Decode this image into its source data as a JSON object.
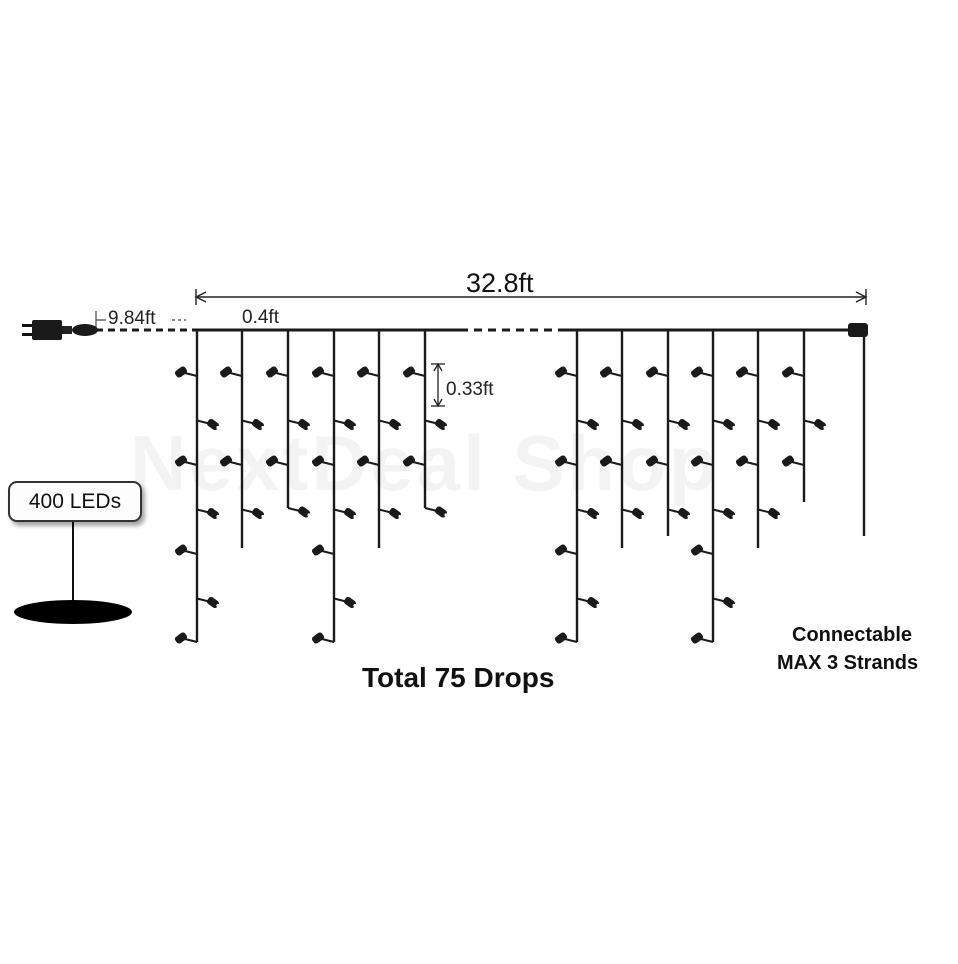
{
  "dimensions": {
    "total_length": "32.8ft",
    "lead_wire": "9.84ft",
    "drop_spacing": "0.4ft",
    "drop_offset": "0.33ft"
  },
  "badge": {
    "label": "400 LEDs"
  },
  "caption": "Total 75 Drops",
  "connectable": {
    "line1": "Connectable",
    "line2": "MAX 3 Strands"
  },
  "watermark": "NextDeal Shop",
  "colors": {
    "wire": "#1a1a1a",
    "ink": "#111111",
    "base": "#000000",
    "background": "#ffffff"
  },
  "icons": [
    "plug-icon",
    "end-connector-icon",
    "led-bulb-icon"
  ]
}
